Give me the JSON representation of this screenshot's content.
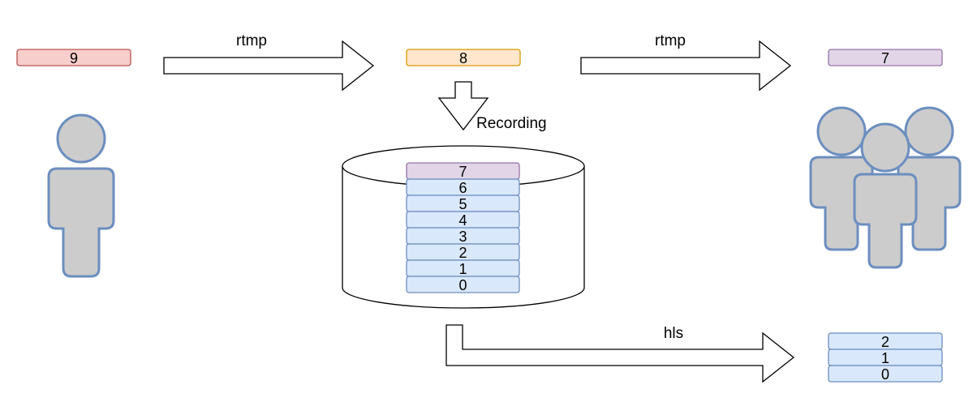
{
  "colors": {
    "frame_red_fill": "#f8cecc",
    "frame_red_stroke": "#b85450",
    "frame_orange_fill": "#ffe6cc",
    "frame_orange_stroke": "#d79b00",
    "frame_purple_fill": "#e1d5e7",
    "frame_purple_stroke": "#9673a6",
    "frame_blue_fill": "#dae8fc",
    "frame_blue_stroke": "#6c8ebf",
    "person_fill": "#cccccc",
    "person_stroke": "#6c8ebf"
  },
  "publisher": {
    "frame": "9"
  },
  "server": {
    "frame": "8",
    "recording_label": "Recording"
  },
  "viewers": {
    "frame": "7"
  },
  "edges": {
    "ingest_label": "rtmp",
    "relay_label": "rtmp",
    "hls_label": "hls"
  },
  "storage": {
    "frames": [
      "7",
      "6",
      "5",
      "4",
      "3",
      "2",
      "1",
      "0"
    ]
  },
  "hls_output": {
    "frames": [
      "2",
      "1",
      "0"
    ]
  }
}
